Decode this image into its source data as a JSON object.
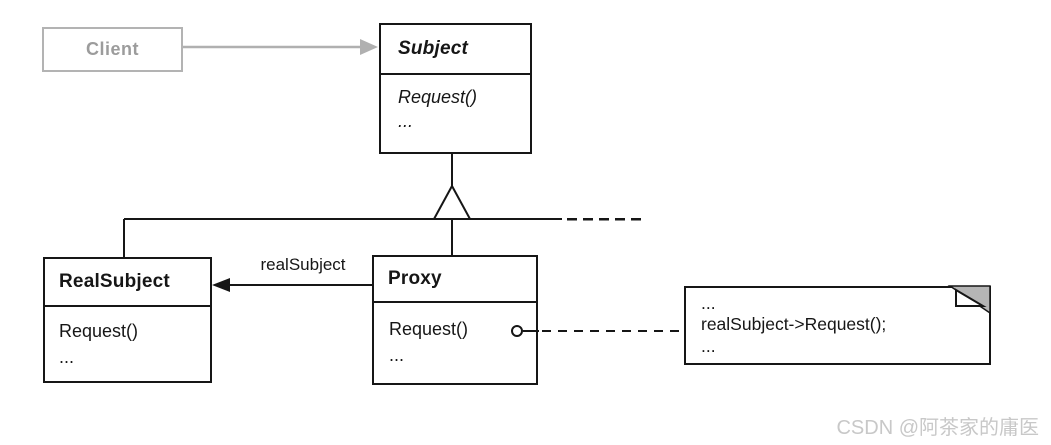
{
  "diagram": {
    "kind": "uml-class-diagram",
    "pattern": "Proxy",
    "classes": {
      "client": {
        "name": "Client"
      },
      "subject": {
        "name": "Subject",
        "methods": [
          "Request()",
          "..."
        ]
      },
      "real_subject": {
        "name": "RealSubject",
        "methods": [
          "Request()",
          "..."
        ]
      },
      "proxy": {
        "name": "Proxy",
        "methods": [
          "Request()",
          "..."
        ]
      }
    },
    "labels": {
      "association": "realSubject"
    },
    "note": {
      "lines": [
        "...",
        "realSubject->Request();",
        "..."
      ]
    },
    "watermark": "CSDN @阿茶家的庸医",
    "colors": {
      "line": "#161616",
      "muted_gray": "#b0b0b0",
      "muted_text": "#9c9c9c",
      "fold_gray": "#b5b5b5",
      "watermark_gray": "#c8c8c8"
    }
  }
}
